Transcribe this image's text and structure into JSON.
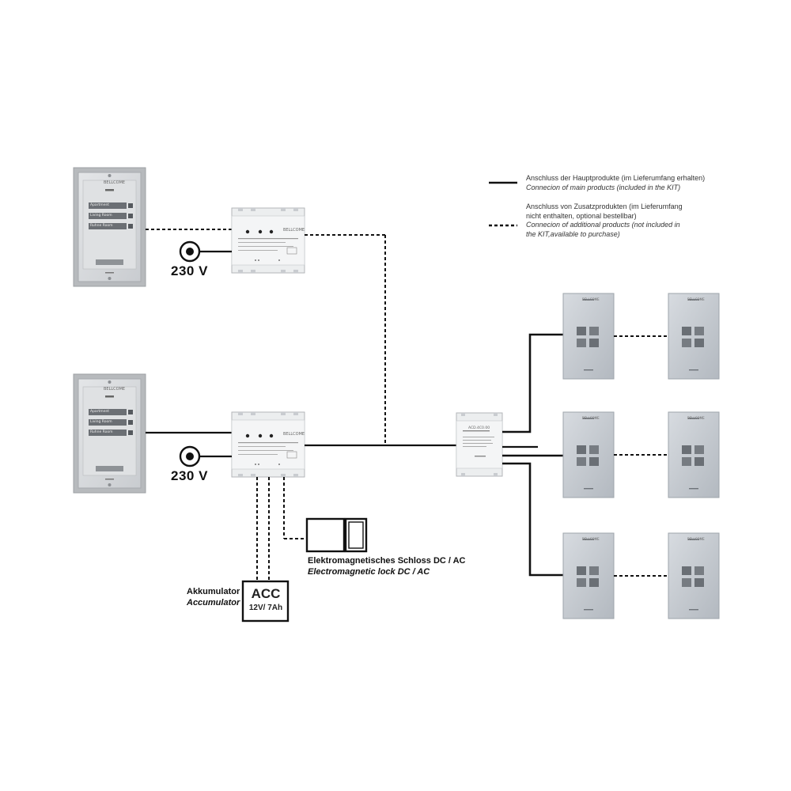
{
  "legend": {
    "solid_de": "Anschluss der Hauptprodukte (im Lieferumfang erhalten)",
    "solid_en": "Connecion of main products (included in the KIT)",
    "dashed_de_1": "Anschluss von Zusatzprodukten (im Lieferumfang",
    "dashed_de_2": "nicht enthalten, optional bestellbar)",
    "dashed_en_1": "Connecion of additional products (not included in",
    "dashed_en_2": "the KIT,available to purchase)"
  },
  "power": {
    "top_label": "230 V",
    "bottom_label": "230 V"
  },
  "door_station": {
    "brand": "BELLCOME",
    "buttons": [
      "Apartment",
      "Living Room",
      "Ruhne Room"
    ]
  },
  "power_supply": {
    "brand": "BELLCOME"
  },
  "distributor": {
    "model": "ACD.4C0.00"
  },
  "lock": {
    "label_de": "Elektromagnetisches Schloss DC / AC",
    "label_en": "Electromagnetic lock DC / AC"
  },
  "accumulator": {
    "label_de": "Akkumulator",
    "label_en": "Accumulator",
    "title": "ACC",
    "spec": "12V/ 7Ah"
  },
  "monitor": {
    "brand": "BELLCOME"
  },
  "colors": {
    "line": "#111111",
    "panel_frame": "#b9bcbf",
    "panel_face": "#d9dcdf",
    "monitor": "#c9ced3"
  }
}
